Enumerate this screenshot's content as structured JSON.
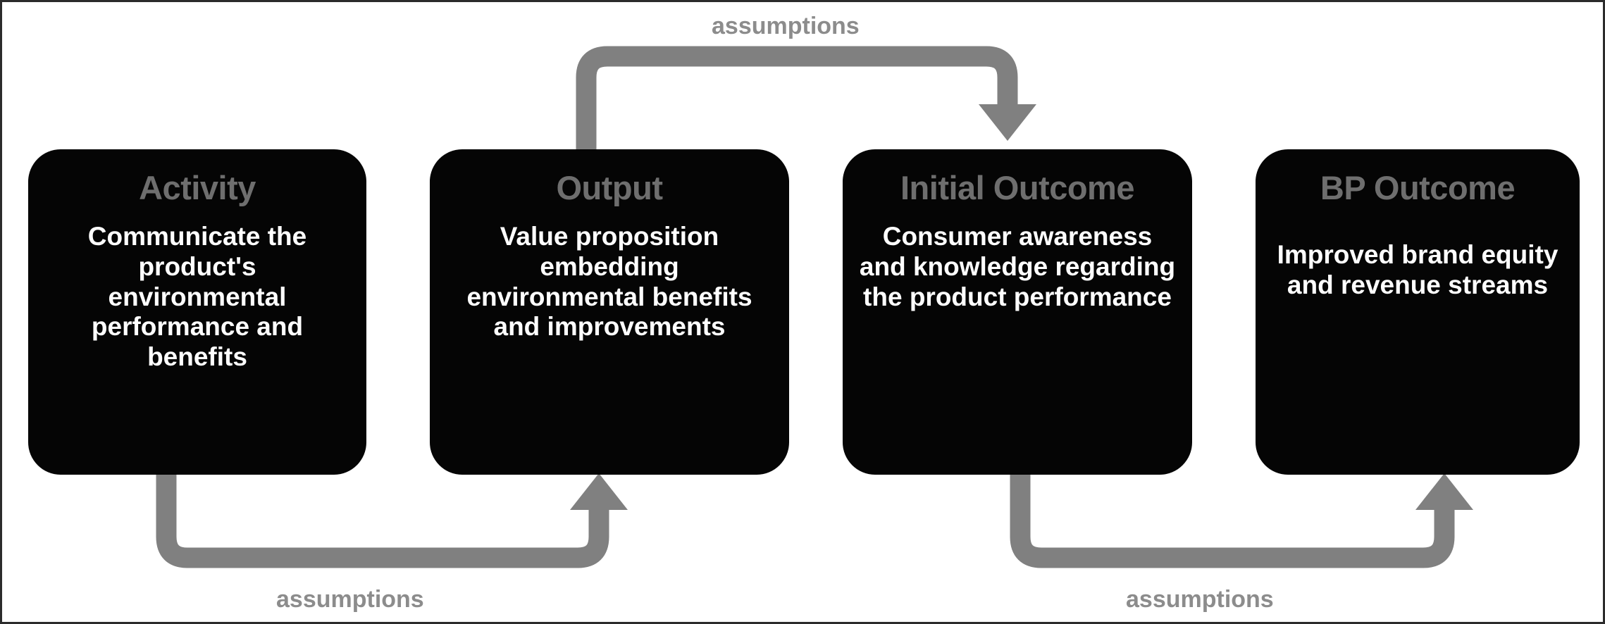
{
  "diagram": {
    "title_absent": true,
    "background_color": "#ffffff",
    "box_color": "#050505",
    "box_title_color": "#6e6e6e",
    "box_text_color": "#ffffff",
    "arrow_color": "#808080",
    "label_color": "#8c8c8c",
    "nodes": [
      {
        "id": "activity",
        "title": "Activity",
        "body": "Communicate the product's environmental performance and benefits"
      },
      {
        "id": "output",
        "title": "Output",
        "body": "Value proposition embedding environmental benefits and improvements"
      },
      {
        "id": "initial-outcome",
        "title": "Initial Outcome",
        "body": "Consumer awareness and knowledge regarding the product performance"
      },
      {
        "id": "bp-outcome",
        "title": "BP Outcome",
        "body": "Improved brand equity and revenue streams"
      }
    ],
    "connectors": [
      {
        "id": "top-assumptions",
        "label": "assumptions",
        "from": "output",
        "to": "initial-outcome",
        "position": "top",
        "direction": "right"
      },
      {
        "id": "bottom-left-assumptions",
        "label": "assumptions",
        "from": "activity",
        "to": "output",
        "position": "bottom",
        "direction": "right"
      },
      {
        "id": "bottom-right-assumptions",
        "label": "assumptions",
        "from": "initial-outcome",
        "to": "bp-outcome",
        "position": "bottom",
        "direction": "right"
      }
    ]
  }
}
